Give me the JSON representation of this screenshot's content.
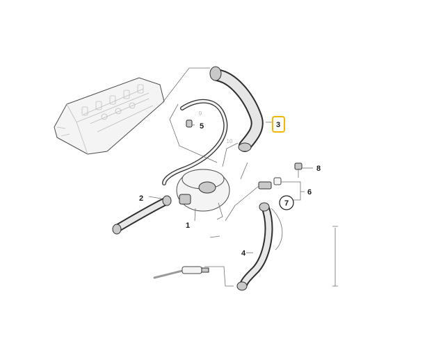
{
  "callouts": {
    "c1": "1",
    "c2": "2",
    "c3": "3",
    "c4": "4",
    "c5": "5",
    "c6": "6",
    "c7": "7",
    "c8": "8"
  },
  "faint": {
    "f9": "9",
    "f10": "10"
  },
  "colors": {
    "highlight": "#f2b705",
    "line": "#6e6e6e",
    "part_fill": "#f4f4f4",
    "part_dark": "#c9c9c9"
  }
}
